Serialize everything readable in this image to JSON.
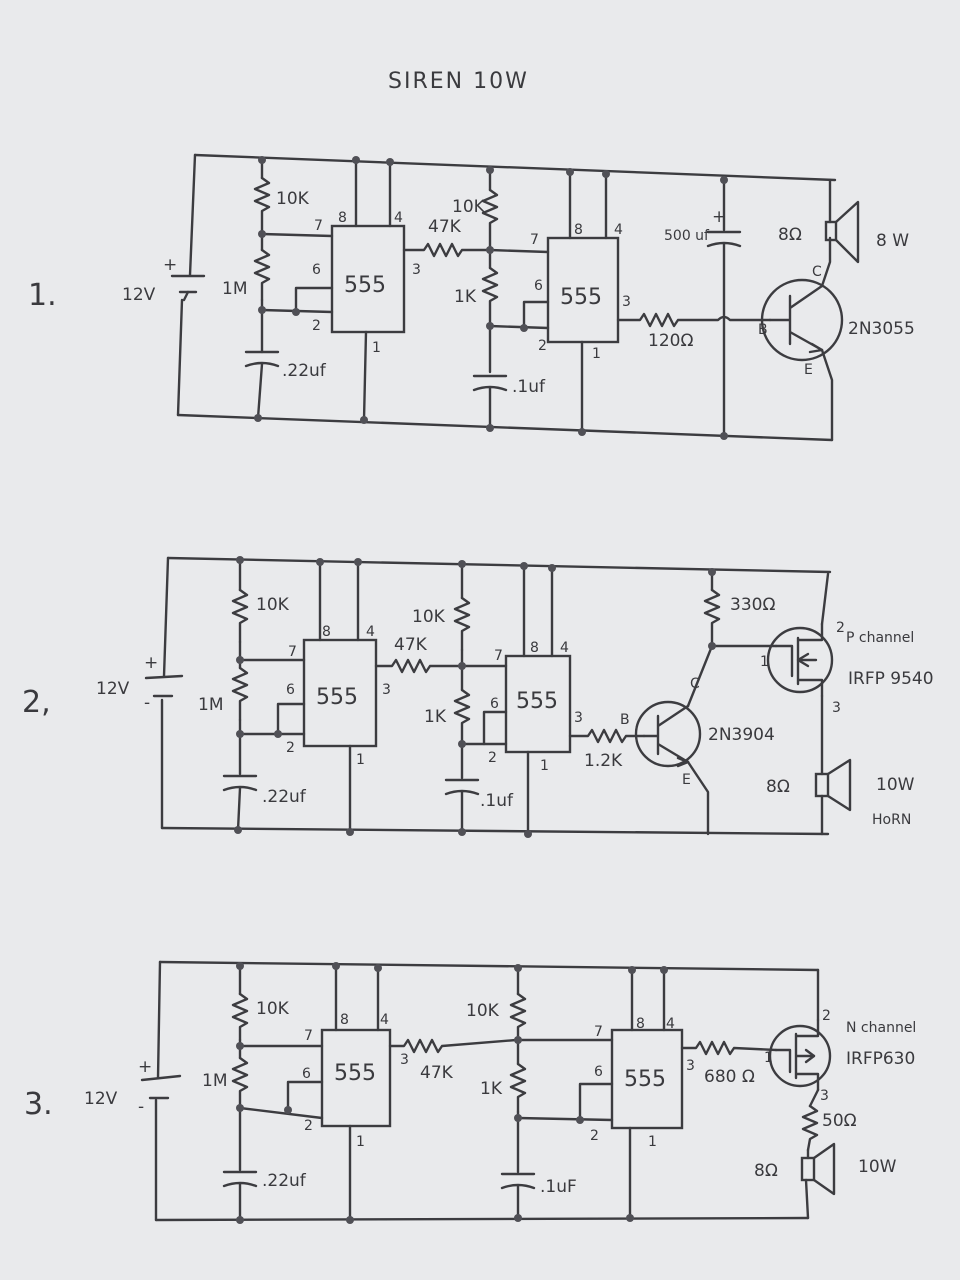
{
  "title": "SIREN  10W",
  "circuits": [
    {
      "number": "1.",
      "supply": "12V",
      "r1": "10K",
      "r2": "1M",
      "c1": ".22uf",
      "chip1": "555",
      "r_link": "47K",
      "r3": "10K",
      "r4": "1K",
      "c2": ".1uf",
      "chip2": "555",
      "r_base": "120Ω",
      "cap_out": "500 uf",
      "transistor": "2N3055",
      "speaker_ohm": "8Ω",
      "speaker_w": "8 W",
      "pin_b": "B",
      "pin_c": "C",
      "pin_e": "E"
    },
    {
      "number": "2,",
      "supply": "12V",
      "r1": "10K",
      "r2": "1M",
      "c1": ".22uf",
      "chip1": "555",
      "r_link": "47K",
      "r3": "10K",
      "r4": "1K",
      "c2": ".1uf",
      "chip2": "555",
      "r_base": "1.2K",
      "transistor": "2N3904",
      "r_pull": "330Ω",
      "mosfet_type": "P channel",
      "mosfet": "IRFP 9540",
      "speaker_ohm": "8Ω",
      "speaker_w": "10W",
      "speaker_kind": "HoRN",
      "pin_b": "B",
      "pin_c": "C",
      "pin_e": "E",
      "fet_pin1": "1",
      "fet_pin2": "2",
      "fet_pin3": "3"
    },
    {
      "number": "3.",
      "supply": "12V",
      "r1": "10K",
      "r2": "1M",
      "c1": ".22uf",
      "chip1": "555",
      "r_link": "47K",
      "r3": "10K",
      "r4": "1K",
      "c2": ".1uF",
      "chip2": "555",
      "r_gate": "680 Ω",
      "mosfet_type": "N channel",
      "mosfet": "IRFP630",
      "r_series": "50Ω",
      "speaker_ohm": "8Ω",
      "speaker_w": "10W",
      "fet_pin1": "1",
      "fet_pin2": "2",
      "fet_pin3": "3"
    }
  ],
  "pins": {
    "p1": "1",
    "p2": "2",
    "p3": "3",
    "p4": "4",
    "p6": "6",
    "p7": "7",
    "p8": "8"
  }
}
